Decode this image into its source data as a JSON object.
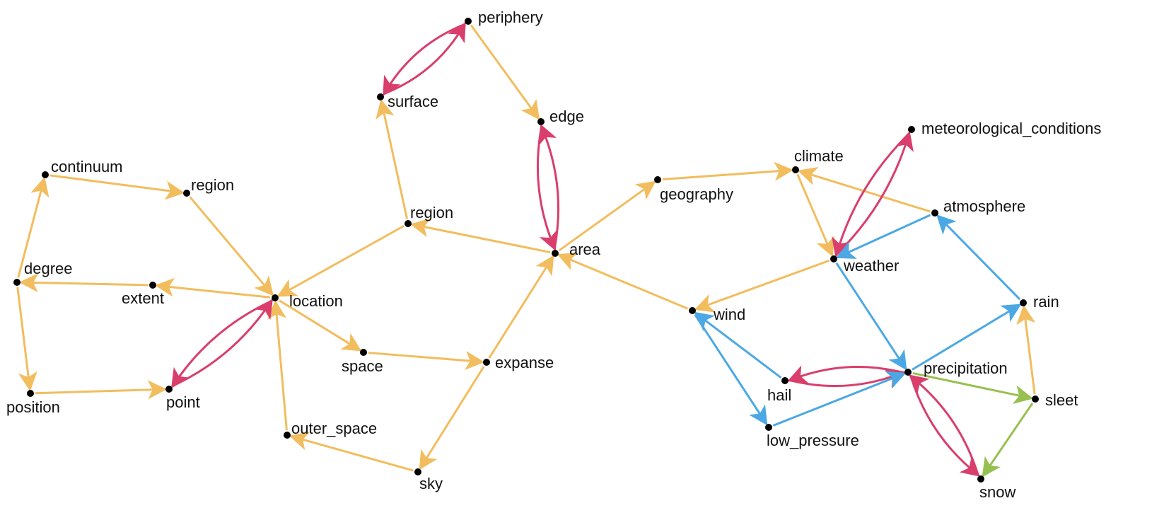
{
  "colors": {
    "orange": "#F2BD5E",
    "red": "#D93E6C",
    "blue": "#4BA8E4",
    "green": "#96C050",
    "node": "#000000"
  },
  "nodes": [
    {
      "id": "periphery",
      "label": "periphery"
    },
    {
      "id": "surface",
      "label": "surface"
    },
    {
      "id": "edge",
      "label": "edge"
    },
    {
      "id": "continuum",
      "label": "continuum"
    },
    {
      "id": "region_left",
      "label": "region"
    },
    {
      "id": "degree",
      "label": "degree"
    },
    {
      "id": "extent",
      "label": "extent"
    },
    {
      "id": "location",
      "label": "location"
    },
    {
      "id": "position",
      "label": "position"
    },
    {
      "id": "point",
      "label": "point"
    },
    {
      "id": "region_mid",
      "label": "region"
    },
    {
      "id": "area",
      "label": "area"
    },
    {
      "id": "space",
      "label": "space"
    },
    {
      "id": "expanse",
      "label": "expanse"
    },
    {
      "id": "outer_space",
      "label": "outer_space"
    },
    {
      "id": "sky",
      "label": "sky"
    },
    {
      "id": "geography",
      "label": "geography"
    },
    {
      "id": "climate",
      "label": "climate"
    },
    {
      "id": "meteorological_conditions",
      "label": "meteorological_conditions"
    },
    {
      "id": "atmosphere",
      "label": "atmosphere"
    },
    {
      "id": "weather",
      "label": "weather"
    },
    {
      "id": "wind",
      "label": "wind"
    },
    {
      "id": "rain",
      "label": "rain"
    },
    {
      "id": "hail",
      "label": "hail"
    },
    {
      "id": "precipitation",
      "label": "precipitation"
    },
    {
      "id": "sleet",
      "label": "sleet"
    },
    {
      "id": "low_pressure",
      "label": "low_pressure"
    },
    {
      "id": "snow",
      "label": "snow"
    }
  ],
  "edges": [
    {
      "from": "periphery",
      "to": "surface",
      "color": "red"
    },
    {
      "from": "surface",
      "to": "periphery",
      "color": "red"
    },
    {
      "from": "periphery",
      "to": "edge",
      "color": "orange"
    },
    {
      "from": "edge",
      "to": "area",
      "color": "red"
    },
    {
      "from": "area",
      "to": "edge",
      "color": "red"
    },
    {
      "from": "region_mid",
      "to": "surface",
      "color": "orange"
    },
    {
      "from": "area",
      "to": "region_mid",
      "color": "orange"
    },
    {
      "from": "region_mid",
      "to": "location",
      "color": "orange"
    },
    {
      "from": "area",
      "to": "geography",
      "color": "orange"
    },
    {
      "from": "wind",
      "to": "area",
      "color": "orange"
    },
    {
      "from": "expanse",
      "to": "area",
      "color": "orange"
    },
    {
      "from": "expanse",
      "to": "sky",
      "color": "orange"
    },
    {
      "from": "space",
      "to": "expanse",
      "color": "orange"
    },
    {
      "from": "location",
      "to": "space",
      "color": "orange"
    },
    {
      "from": "sky",
      "to": "outer_space",
      "color": "orange"
    },
    {
      "from": "outer_space",
      "to": "location",
      "color": "orange"
    },
    {
      "from": "location",
      "to": "point",
      "color": "red"
    },
    {
      "from": "point",
      "to": "location",
      "color": "red"
    },
    {
      "from": "location",
      "to": "extent",
      "color": "orange"
    },
    {
      "from": "region_left",
      "to": "location",
      "color": "orange"
    },
    {
      "from": "continuum",
      "to": "region_left",
      "color": "orange"
    },
    {
      "from": "degree",
      "to": "continuum",
      "color": "orange"
    },
    {
      "from": "extent",
      "to": "degree",
      "color": "orange"
    },
    {
      "from": "degree",
      "to": "position",
      "color": "orange"
    },
    {
      "from": "position",
      "to": "point",
      "color": "orange"
    },
    {
      "from": "geography",
      "to": "climate",
      "color": "orange"
    },
    {
      "from": "atmosphere",
      "to": "climate",
      "color": "orange"
    },
    {
      "from": "climate",
      "to": "weather",
      "color": "orange"
    },
    {
      "from": "weather",
      "to": "meteorological_conditions",
      "color": "red"
    },
    {
      "from": "meteorological_conditions",
      "to": "weather",
      "color": "red"
    },
    {
      "from": "atmosphere",
      "to": "weather",
      "color": "blue"
    },
    {
      "from": "weather",
      "to": "wind",
      "color": "orange"
    },
    {
      "from": "weather",
      "to": "precipitation",
      "color": "blue"
    },
    {
      "from": "rain",
      "to": "atmosphere",
      "color": "blue"
    },
    {
      "from": "precipitation",
      "to": "rain",
      "color": "blue"
    },
    {
      "from": "sleet",
      "to": "rain",
      "color": "orange"
    },
    {
      "from": "precipitation",
      "to": "sleet",
      "color": "green"
    },
    {
      "from": "sleet",
      "to": "snow",
      "color": "green"
    },
    {
      "from": "precipitation",
      "to": "snow",
      "color": "red"
    },
    {
      "from": "snow",
      "to": "precipitation",
      "color": "red"
    },
    {
      "from": "precipitation",
      "to": "hail",
      "color": "red"
    },
    {
      "from": "hail",
      "to": "precipitation",
      "color": "red"
    },
    {
      "from": "hail",
      "to": "wind",
      "color": "blue"
    },
    {
      "from": "wind",
      "to": "low_pressure",
      "color": "blue"
    },
    {
      "from": "low_pressure",
      "to": "precipitation",
      "color": "blue"
    }
  ]
}
